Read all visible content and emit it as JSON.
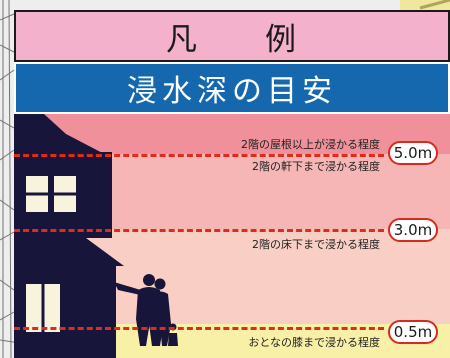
{
  "legend": {
    "title": "凡　　例",
    "subtitle": "浸水深の目安",
    "levels": [
      {
        "depth": "5.0m",
        "labels": [
          "2階の屋根以上が浸かる程度",
          "2階の軒下まで浸かる程度"
        ]
      },
      {
        "depth": "3.0m",
        "labels": [
          "2階の床下まで浸かる程度"
        ]
      },
      {
        "depth": "0.5m",
        "labels": [
          "おとなの膝まで浸かる程度"
        ]
      }
    ],
    "colors": {
      "title_bg": "#f3b1cb",
      "subtitle_bg": "#1668ae",
      "band_top": "#f0909a",
      "band_upper": "#f6b6b6",
      "band_mid": "#f9cfc5",
      "band_low": "#f8f0a6",
      "dash": "#e02a1c",
      "silhouette": "#17153a"
    }
  }
}
